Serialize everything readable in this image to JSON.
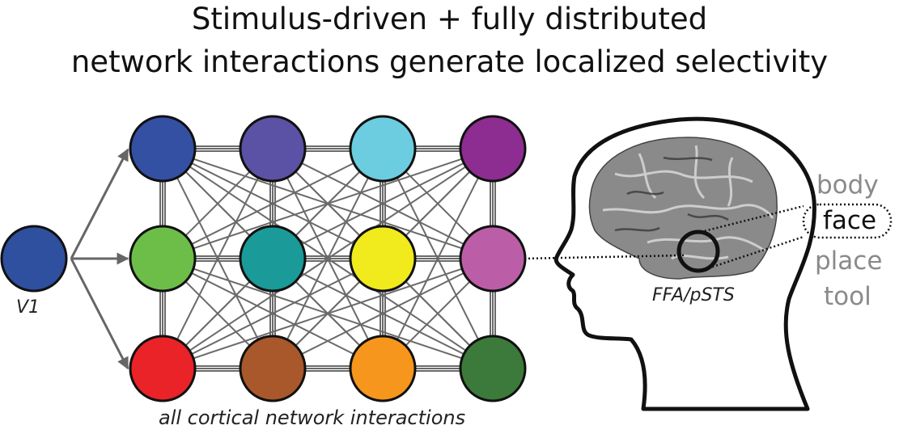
{
  "title_line1": "Stimulus-driven + fully distributed",
  "title_line2": "network interactions generate localized selectivity",
  "input_node": {
    "label": "V1",
    "color": "#2f4f9f"
  },
  "network": {
    "caption": "all cortical network interactions",
    "nodes": [
      {
        "id": "n1",
        "color": "#3450a3"
      },
      {
        "id": "n2",
        "color": "#5b52a5"
      },
      {
        "id": "n3",
        "color": "#6ccde0"
      },
      {
        "id": "n4",
        "color": "#8e2d91"
      },
      {
        "id": "n5",
        "color": "#6cbe49"
      },
      {
        "id": "n6",
        "color": "#1a9a98"
      },
      {
        "id": "n7",
        "color": "#f1ea1c"
      },
      {
        "id": "n8",
        "color": "#bb5ea7"
      },
      {
        "id": "n9",
        "color": "#e92327"
      },
      {
        "id": "n10",
        "color": "#a8582a"
      },
      {
        "id": "n11",
        "color": "#f7961d"
      },
      {
        "id": "n12",
        "color": "#3c7a3b"
      }
    ]
  },
  "brain_region_label": "FFA/pSTS",
  "categories": {
    "body": "body",
    "face": "face",
    "place": "place",
    "tool": "tool",
    "selected": "face"
  },
  "colors": {
    "edge": "#666666",
    "text_gray": "#8a8a8a"
  }
}
